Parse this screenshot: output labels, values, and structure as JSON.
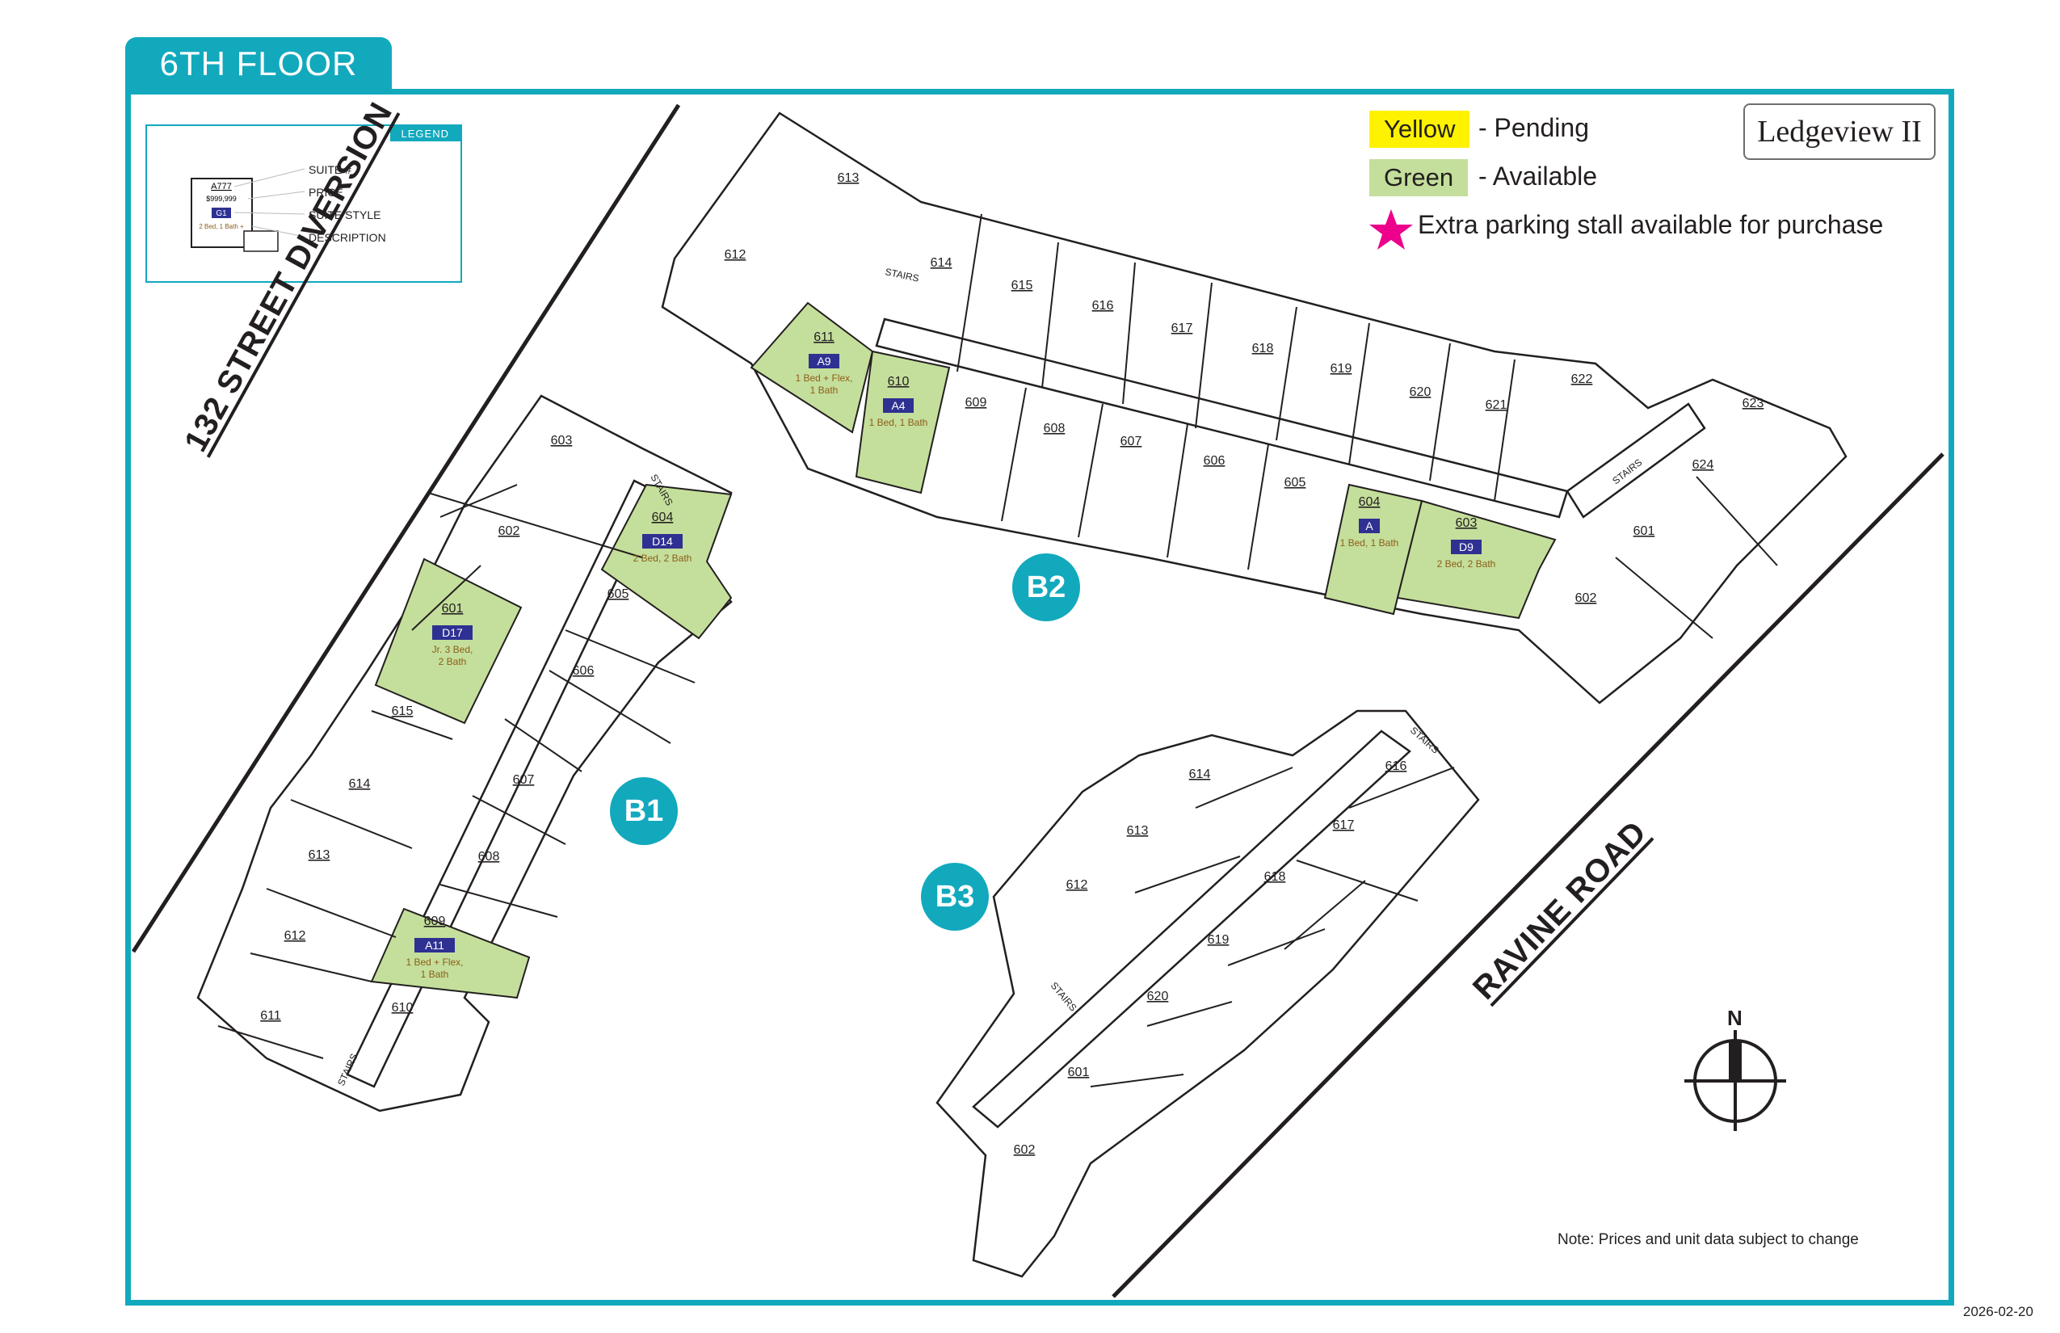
{
  "floor_title": "6TH FLOOR",
  "legend": {
    "title": "LEGEND",
    "sample": {
      "suite": "A777",
      "price": "$999,999",
      "style": "G1",
      "description": "2 Bed, 1 Bath +"
    },
    "keys": [
      "SUITE #",
      "PRICE",
      "SUITE STYLE",
      "DESCRIPTION"
    ]
  },
  "status_legend": {
    "items": [
      {
        "chip": "Yellow",
        "desc": "- Pending",
        "color": "#fff200"
      },
      {
        "chip": "Green",
        "desc": "- Available",
        "color": "#c4df9b"
      }
    ],
    "star_note": "Extra parking stall available for purchase",
    "star_color": "#ec008c"
  },
  "brand": "Ledgeview II",
  "buildings": [
    "B1",
    "B2",
    "B3"
  ],
  "roads": [
    "132 STREET DIVERSION",
    "RAVINE ROAD"
  ],
  "stairs_label": "STAIRS",
  "north_label": "N",
  "note": "Note: Prices and unit data subject to change",
  "date": "2026-02-20",
  "colors": {
    "accent": "#12a9bd",
    "available": "#c4df9b",
    "style_badge": "#2e3192",
    "desc_text": "#8b5e1a"
  },
  "units": {
    "B1": [
      {
        "num": "603"
      },
      {
        "num": "602"
      },
      {
        "num": "601",
        "style": "D17",
        "desc": [
          "Jr. 3 Bed,",
          "2 Bath"
        ],
        "available": true
      },
      {
        "num": "604",
        "style": "D14",
        "desc": [
          "2 Bed, 2 Bath"
        ],
        "available": true
      },
      {
        "num": "605"
      },
      {
        "num": "606"
      },
      {
        "num": "615"
      },
      {
        "num": "614"
      },
      {
        "num": "607"
      },
      {
        "num": "613"
      },
      {
        "num": "608"
      },
      {
        "num": "612"
      },
      {
        "num": "609",
        "style": "A11",
        "desc": [
          "1 Bed + Flex,",
          "1 Bath"
        ],
        "available": true
      },
      {
        "num": "611"
      },
      {
        "num": "610"
      }
    ],
    "B2": [
      {
        "num": "613"
      },
      {
        "num": "612"
      },
      {
        "num": "611",
        "style": "A9",
        "desc": [
          "1 Bed + Flex,",
          "1 Bath"
        ],
        "available": true
      },
      {
        "num": "610",
        "style": "A4",
        "desc": [
          "1 Bed, 1 Bath"
        ],
        "available": true
      },
      {
        "num": "614"
      },
      {
        "num": "615"
      },
      {
        "num": "616"
      },
      {
        "num": "617"
      },
      {
        "num": "618"
      },
      {
        "num": "619"
      },
      {
        "num": "620"
      },
      {
        "num": "621"
      },
      {
        "num": "622"
      },
      {
        "num": "623"
      },
      {
        "num": "624"
      },
      {
        "num": "609"
      },
      {
        "num": "608"
      },
      {
        "num": "607"
      },
      {
        "num": "606"
      },
      {
        "num": "605"
      },
      {
        "num": "604",
        "style": "A",
        "desc": [
          "1 Bed, 1 Bath"
        ],
        "available": true
      },
      {
        "num": "603",
        "style": "D9",
        "desc": [
          "2 Bed, 2 Bath"
        ],
        "available": true
      },
      {
        "num": "601"
      },
      {
        "num": "602"
      }
    ],
    "B3": [
      {
        "num": "614"
      },
      {
        "num": "616"
      },
      {
        "num": "613"
      },
      {
        "num": "617"
      },
      {
        "num": "612"
      },
      {
        "num": "618"
      },
      {
        "num": "619"
      },
      {
        "num": "620"
      },
      {
        "num": "601"
      },
      {
        "num": "602"
      }
    ]
  }
}
